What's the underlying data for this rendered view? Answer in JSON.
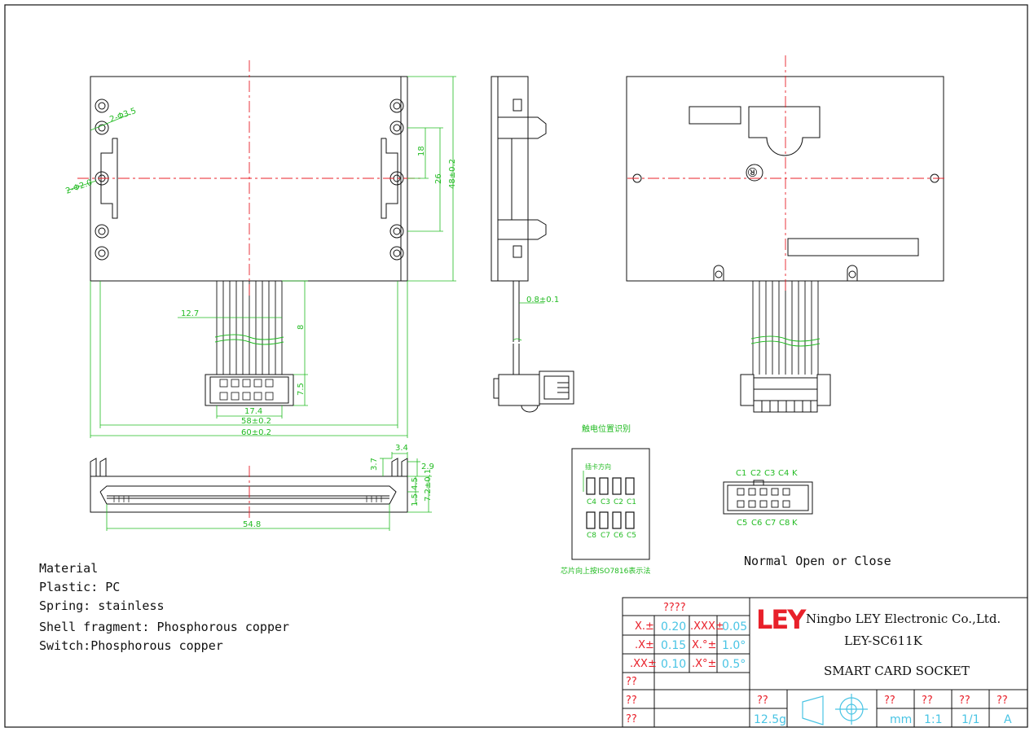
{
  "material": {
    "heading": "Material",
    "lines": [
      "Plastic: PC",
      "Spring: stainless",
      "Shell fragment: Phosphorous copper",
      "Switch:Phosphorous copper"
    ]
  },
  "contact_diagram": {
    "title": "触电位置识别",
    "insert_direction": "插卡方向",
    "top_row": [
      "C4",
      "C3",
      "C2",
      "C1"
    ],
    "bottom_row": [
      "C8",
      "C7",
      "C6",
      "C5"
    ],
    "caption": "芯片向上按ISO7816表示法"
  },
  "connector_pinout": {
    "top_labels": [
      "C1",
      "C2",
      "C3",
      "C4",
      "K"
    ],
    "bottom_labels": [
      "C5",
      "C6",
      "C7",
      "C8",
      "K"
    ],
    "caption": "Normal Open or Close"
  },
  "dimensions": {
    "d1": "2-Φ2.0",
    "d2": "2-Φ3.5",
    "d3": "18",
    "d4": "26",
    "d5": "48±0.2",
    "d6": "12.7",
    "d7": "8",
    "d8": "7.5",
    "d9": "17.4",
    "d10": "58±0.2",
    "d11": "60±0.2",
    "d12": "0.8±0.1",
    "d13": "3.4",
    "d14": "3.7",
    "d15": "2.9",
    "d16": "4.5",
    "d17": "7.2±0.1",
    "d18": "1.5",
    "d19": "54.8"
  },
  "title_block": {
    "logo": "LEY",
    "company": "Ningbo LEY Electronic Co.,Ltd.",
    "part_no": "LEY-SC611K",
    "part_name": "SMART CARD SOCKET",
    "tolerance_header": "????",
    "tolerances": [
      {
        "label": "X.±",
        "value": "0.20",
        "label2": ".XXX±",
        "value2": "0.05"
      },
      {
        "label": ".X±",
        "value": "0.15",
        "label2": "X.°±",
        "value2": "1.0°"
      },
      {
        "label": ".XX±",
        "value": "0.10",
        "label2": ".X°±",
        "value2": "0.5°"
      }
    ],
    "left_labels": [
      "??",
      "??",
      "??"
    ],
    "weight_label": "??",
    "weight": "12.5g",
    "unit_label": "??",
    "unit": "mm",
    "scale_label": "??",
    "scale": "1:1",
    "sheet_label": "??",
    "sheet": "1/1",
    "rev_label": "??",
    "rev": "A"
  }
}
